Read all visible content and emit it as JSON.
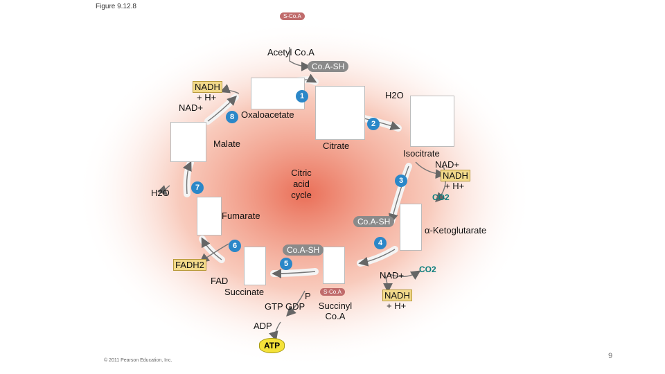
{
  "figure_label": "Figure 9.12.8",
  "copyright": "© 2011 Pearson Education, Inc.",
  "page_number": "9",
  "center_label": "Citric acid cycle",
  "molecules": {
    "acetyl_coa": "Acetyl Co.A",
    "oxaloacetate": "Oxaloacetate",
    "citrate": "Citrate",
    "isocitrate": "Isocitrate",
    "alpha_ketoglutarate": "α-Ketoglutarate",
    "succinyl_coa": "Succinyl Co.A",
    "succinate": "Succinate",
    "fumarate": "Fumarate",
    "malate": "Malate"
  },
  "cofactors": {
    "coa_sh_top": "Co.A-SH",
    "coa_sh_right": "Co.A-SH",
    "coa_sh_bottom": "Co.A-SH",
    "h2o_top": "H2O",
    "h2o_left": "H2O",
    "nad_iso": "NAD+",
    "nadh_iso": "NADH",
    "h_iso": "+ H+",
    "co2_iso": "CO2",
    "nad_akg": "NAD+",
    "nadh_akg": "NADH",
    "h_akg": "+ H+",
    "co2_akg": "CO2",
    "nadh_malate": "NADH",
    "h_malate": "+ H+",
    "nad_malate": "NAD+",
    "fadh2": "FADH2",
    "fad": "FAD",
    "gtp": "GTP",
    "gdp": "GDP",
    "pi": "P",
    "adp": "ADP",
    "atp": "ATP",
    "s_coa": "S-Co.A"
  },
  "steps": [
    "1",
    "2",
    "3",
    "4",
    "5",
    "6",
    "7",
    "8"
  ],
  "colors": {
    "glow": "#e6553a",
    "step": "#2b87c8",
    "highlight": "#f2d98a",
    "atp": "#f4e23a",
    "co2": "#0a7d7d"
  }
}
